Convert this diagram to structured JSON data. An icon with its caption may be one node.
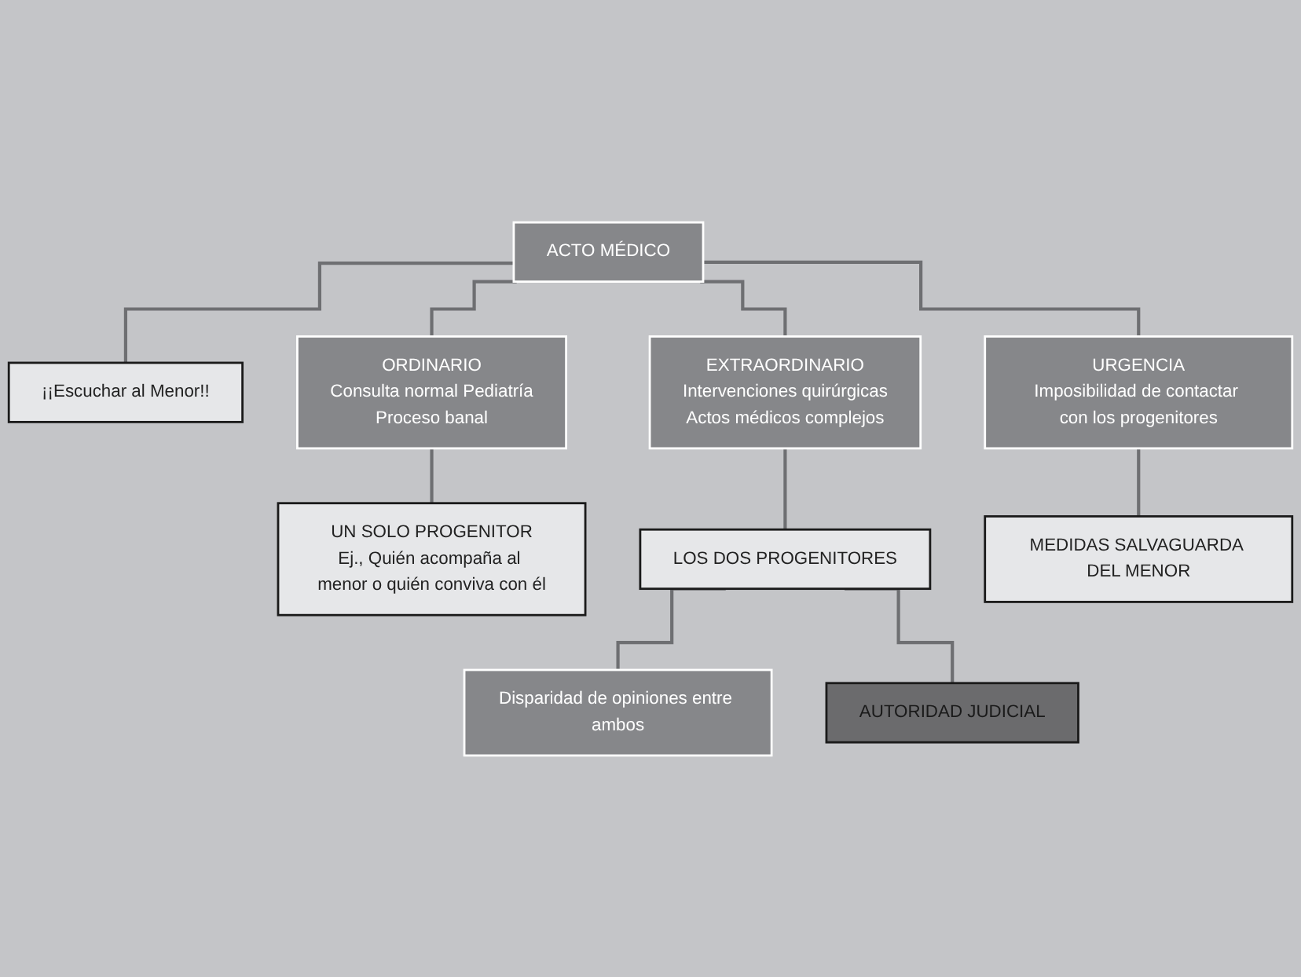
{
  "diagram": {
    "nodes": [
      {
        "text": [
          "ACTO MÉDICO"
        ]
      },
      {
        "text": [
          "¡¡Escuchar al Menor!!"
        ]
      },
      {
        "text": [
          "ORDINARIO",
          "Consulta normal Pediatría",
          "Proceso banal"
        ]
      },
      {
        "text": [
          "EXTRAORDINARIO",
          "Intervenciones quirúrgicas",
          "Actos médicos complejos"
        ]
      },
      {
        "text": [
          "URGENCIA",
          "Imposibilidad de contactar con los progenitores"
        ]
      },
      {
        "text": [
          "UN SOLO PROGENITOR",
          "Ej., Quién acompaña al menor o quién conviva con él"
        ]
      },
      {
        "text": [
          "LOS DOS PROGENITORES"
        ]
      },
      {
        "text": [
          "Disparidad de opiniones entre ambos"
        ]
      },
      {
        "text": [
          "MEDIDAS SALVAGUARDA DEL MENOR"
        ]
      },
      {
        "text": [
          "AUTORIDAD JUDICIAL"
        ]
      }
    ],
    "edges": [
      {
        "from": 0,
        "to": 1,
        "arrow": "none"
      },
      {
        "from": 0,
        "to": 2,
        "arrow": "none"
      },
      {
        "from": 0,
        "to": 3,
        "arrow": "none"
      },
      {
        "from": 0,
        "to": 4,
        "arrow": "none"
      },
      {
        "from": 2,
        "to": 5,
        "arrow": "none"
      },
      {
        "from": 3,
        "to": 6,
        "arrow": "none"
      },
      {
        "from": 6,
        "to": 7,
        "arrow": "none"
      },
      {
        "from": 6,
        "to": 9,
        "arrow": "none"
      },
      {
        "from": 4,
        "to": 8,
        "arrow": "none"
      }
    ]
  }
}
